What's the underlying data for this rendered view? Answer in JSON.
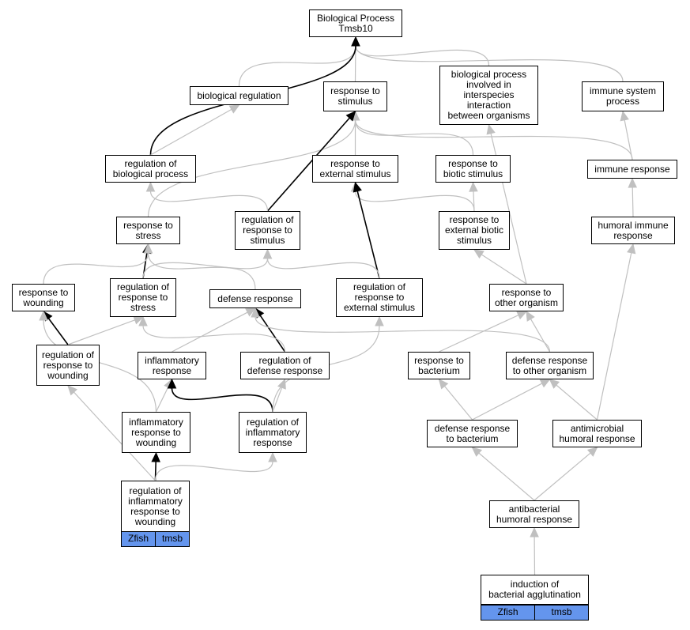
{
  "colors": {
    "strong_edge": "#000000",
    "weak_edge": "#c0c0c0",
    "tag_fill": "#6495ed"
  },
  "nodes": {
    "root": [
      "Biological Process",
      "Tmsb10"
    ],
    "bio_reg": [
      "biological regulation"
    ],
    "resp_stim": [
      "response to",
      "stimulus"
    ],
    "interspecies": [
      "biological process",
      "involved in",
      "interspecies",
      "interaction",
      "between organisms"
    ],
    "immune_sys": [
      "immune system",
      "process"
    ],
    "reg_bio": [
      "regulation of",
      "biological process"
    ],
    "resp_ext": [
      "response to",
      "external stimulus"
    ],
    "resp_biotic": [
      "response to",
      "biotic stimulus"
    ],
    "immune_resp": [
      "immune response"
    ],
    "resp_stress": [
      "response to",
      "stress"
    ],
    "reg_resp_stim": [
      "regulation of",
      "response to",
      "stimulus"
    ],
    "resp_ext_biotic": [
      "response to",
      "external biotic",
      "stimulus"
    ],
    "humoral": [
      "humoral immune",
      "response"
    ],
    "resp_wound": [
      "response to",
      "wounding"
    ],
    "reg_resp_stress": [
      "regulation of",
      "response to",
      "stress"
    ],
    "defense": [
      "defense response"
    ],
    "reg_resp_ext": [
      "regulation of",
      "response to",
      "external stimulus"
    ],
    "resp_other_org": [
      "response to",
      "other organism"
    ],
    "reg_resp_wound": [
      "regulation of",
      "response to",
      "wounding"
    ],
    "inflam": [
      "inflammatory",
      "response"
    ],
    "reg_defense": [
      "regulation of",
      "defense response"
    ],
    "resp_bact": [
      "response to",
      "bacterium"
    ],
    "def_other_org": [
      "defense response",
      "to other organism"
    ],
    "inflam_wound": [
      "inflammatory",
      "response to",
      "wounding"
    ],
    "reg_inflam": [
      "regulation of",
      "inflammatory",
      "response"
    ],
    "def_bact": [
      "defense response",
      "to bacterium"
    ],
    "antimicrobial": [
      "antimicrobial",
      "humoral response"
    ],
    "reg_inflam_wound": [
      "regulation of",
      "inflammatory",
      "response to",
      "wounding"
    ],
    "antibacterial": [
      "antibacterial",
      "humoral response"
    ],
    "induction": [
      "induction of",
      "bacterial agglutination"
    ]
  },
  "tags": {
    "reg_inflam_wound": [
      "Zfish",
      "tmsb"
    ],
    "induction": [
      "Zfish",
      "tmsb"
    ]
  },
  "edges": [
    {
      "from": "bio_reg",
      "to": "root",
      "type": "weak"
    },
    {
      "from": "resp_stim",
      "to": "root",
      "type": "weak"
    },
    {
      "from": "interspecies",
      "to": "root",
      "type": "weak"
    },
    {
      "from": "immune_sys",
      "to": "root",
      "type": "weak"
    },
    {
      "from": "reg_bio",
      "to": "root",
      "type": "strong"
    },
    {
      "from": "reg_bio",
      "to": "bio_reg",
      "type": "weak"
    },
    {
      "from": "resp_ext",
      "to": "resp_stim",
      "type": "weak"
    },
    {
      "from": "resp_biotic",
      "to": "resp_stim",
      "type": "weak"
    },
    {
      "from": "immune_resp",
      "to": "resp_stim",
      "type": "weak"
    },
    {
      "from": "immune_resp",
      "to": "immune_sys",
      "type": "weak"
    },
    {
      "from": "resp_stress",
      "to": "resp_stim",
      "type": "weak"
    },
    {
      "from": "reg_resp_stim",
      "to": "resp_stim",
      "type": "strong"
    },
    {
      "from": "reg_resp_stim",
      "to": "reg_bio",
      "type": "weak"
    },
    {
      "from": "resp_ext_biotic",
      "to": "resp_ext",
      "type": "weak"
    },
    {
      "from": "resp_ext_biotic",
      "to": "resp_biotic",
      "type": "weak"
    },
    {
      "from": "humoral",
      "to": "immune_resp",
      "type": "weak"
    },
    {
      "from": "reg_resp_stress",
      "to": "resp_stress",
      "type": "strong"
    },
    {
      "from": "reg_resp_stress",
      "to": "reg_resp_stim",
      "type": "weak"
    },
    {
      "from": "resp_wound",
      "to": "resp_stress",
      "type": "weak"
    },
    {
      "from": "defense",
      "to": "resp_stress",
      "type": "weak"
    },
    {
      "from": "reg_resp_ext",
      "to": "resp_ext",
      "type": "strong"
    },
    {
      "from": "reg_resp_ext",
      "to": "reg_resp_stim",
      "type": "weak"
    },
    {
      "from": "resp_other_org",
      "to": "resp_ext_biotic",
      "type": "weak"
    },
    {
      "from": "resp_other_org",
      "to": "interspecies",
      "type": "weak"
    },
    {
      "from": "reg_resp_wound",
      "to": "resp_wound",
      "type": "strong"
    },
    {
      "from": "reg_resp_wound",
      "to": "reg_resp_stress",
      "type": "weak"
    },
    {
      "from": "inflam",
      "to": "defense",
      "type": "weak"
    },
    {
      "from": "reg_defense",
      "to": "defense",
      "type": "strong"
    },
    {
      "from": "reg_defense",
      "to": "reg_resp_stress",
      "type": "weak"
    },
    {
      "from": "resp_bact",
      "to": "resp_other_org",
      "type": "weak"
    },
    {
      "from": "def_other_org",
      "to": "resp_other_org",
      "type": "weak"
    },
    {
      "from": "def_other_org",
      "to": "defense",
      "type": "weak"
    },
    {
      "from": "inflam_wound",
      "to": "inflam",
      "type": "weak"
    },
    {
      "from": "inflam_wound",
      "to": "resp_wound",
      "type": "weak"
    },
    {
      "from": "reg_inflam",
      "to": "inflam",
      "type": "strong"
    },
    {
      "from": "reg_inflam",
      "to": "reg_defense",
      "type": "weak"
    },
    {
      "from": "reg_inflam",
      "to": "reg_resp_ext",
      "type": "weak"
    },
    {
      "from": "def_bact",
      "to": "resp_bact",
      "type": "weak"
    },
    {
      "from": "def_bact",
      "to": "def_other_org",
      "type": "weak"
    },
    {
      "from": "antimicrobial",
      "to": "def_other_org",
      "type": "weak"
    },
    {
      "from": "antimicrobial",
      "to": "humoral",
      "type": "weak"
    },
    {
      "from": "reg_inflam_wound",
      "to": "inflam_wound",
      "type": "strong"
    },
    {
      "from": "reg_inflam_wound",
      "to": "reg_resp_wound",
      "type": "weak"
    },
    {
      "from": "reg_inflam_wound",
      "to": "reg_inflam",
      "type": "weak"
    },
    {
      "from": "antibacterial",
      "to": "def_bact",
      "type": "weak"
    },
    {
      "from": "antibacterial",
      "to": "antimicrobial",
      "type": "weak"
    },
    {
      "from": "induction",
      "to": "antibacterial",
      "type": "weak"
    }
  ]
}
